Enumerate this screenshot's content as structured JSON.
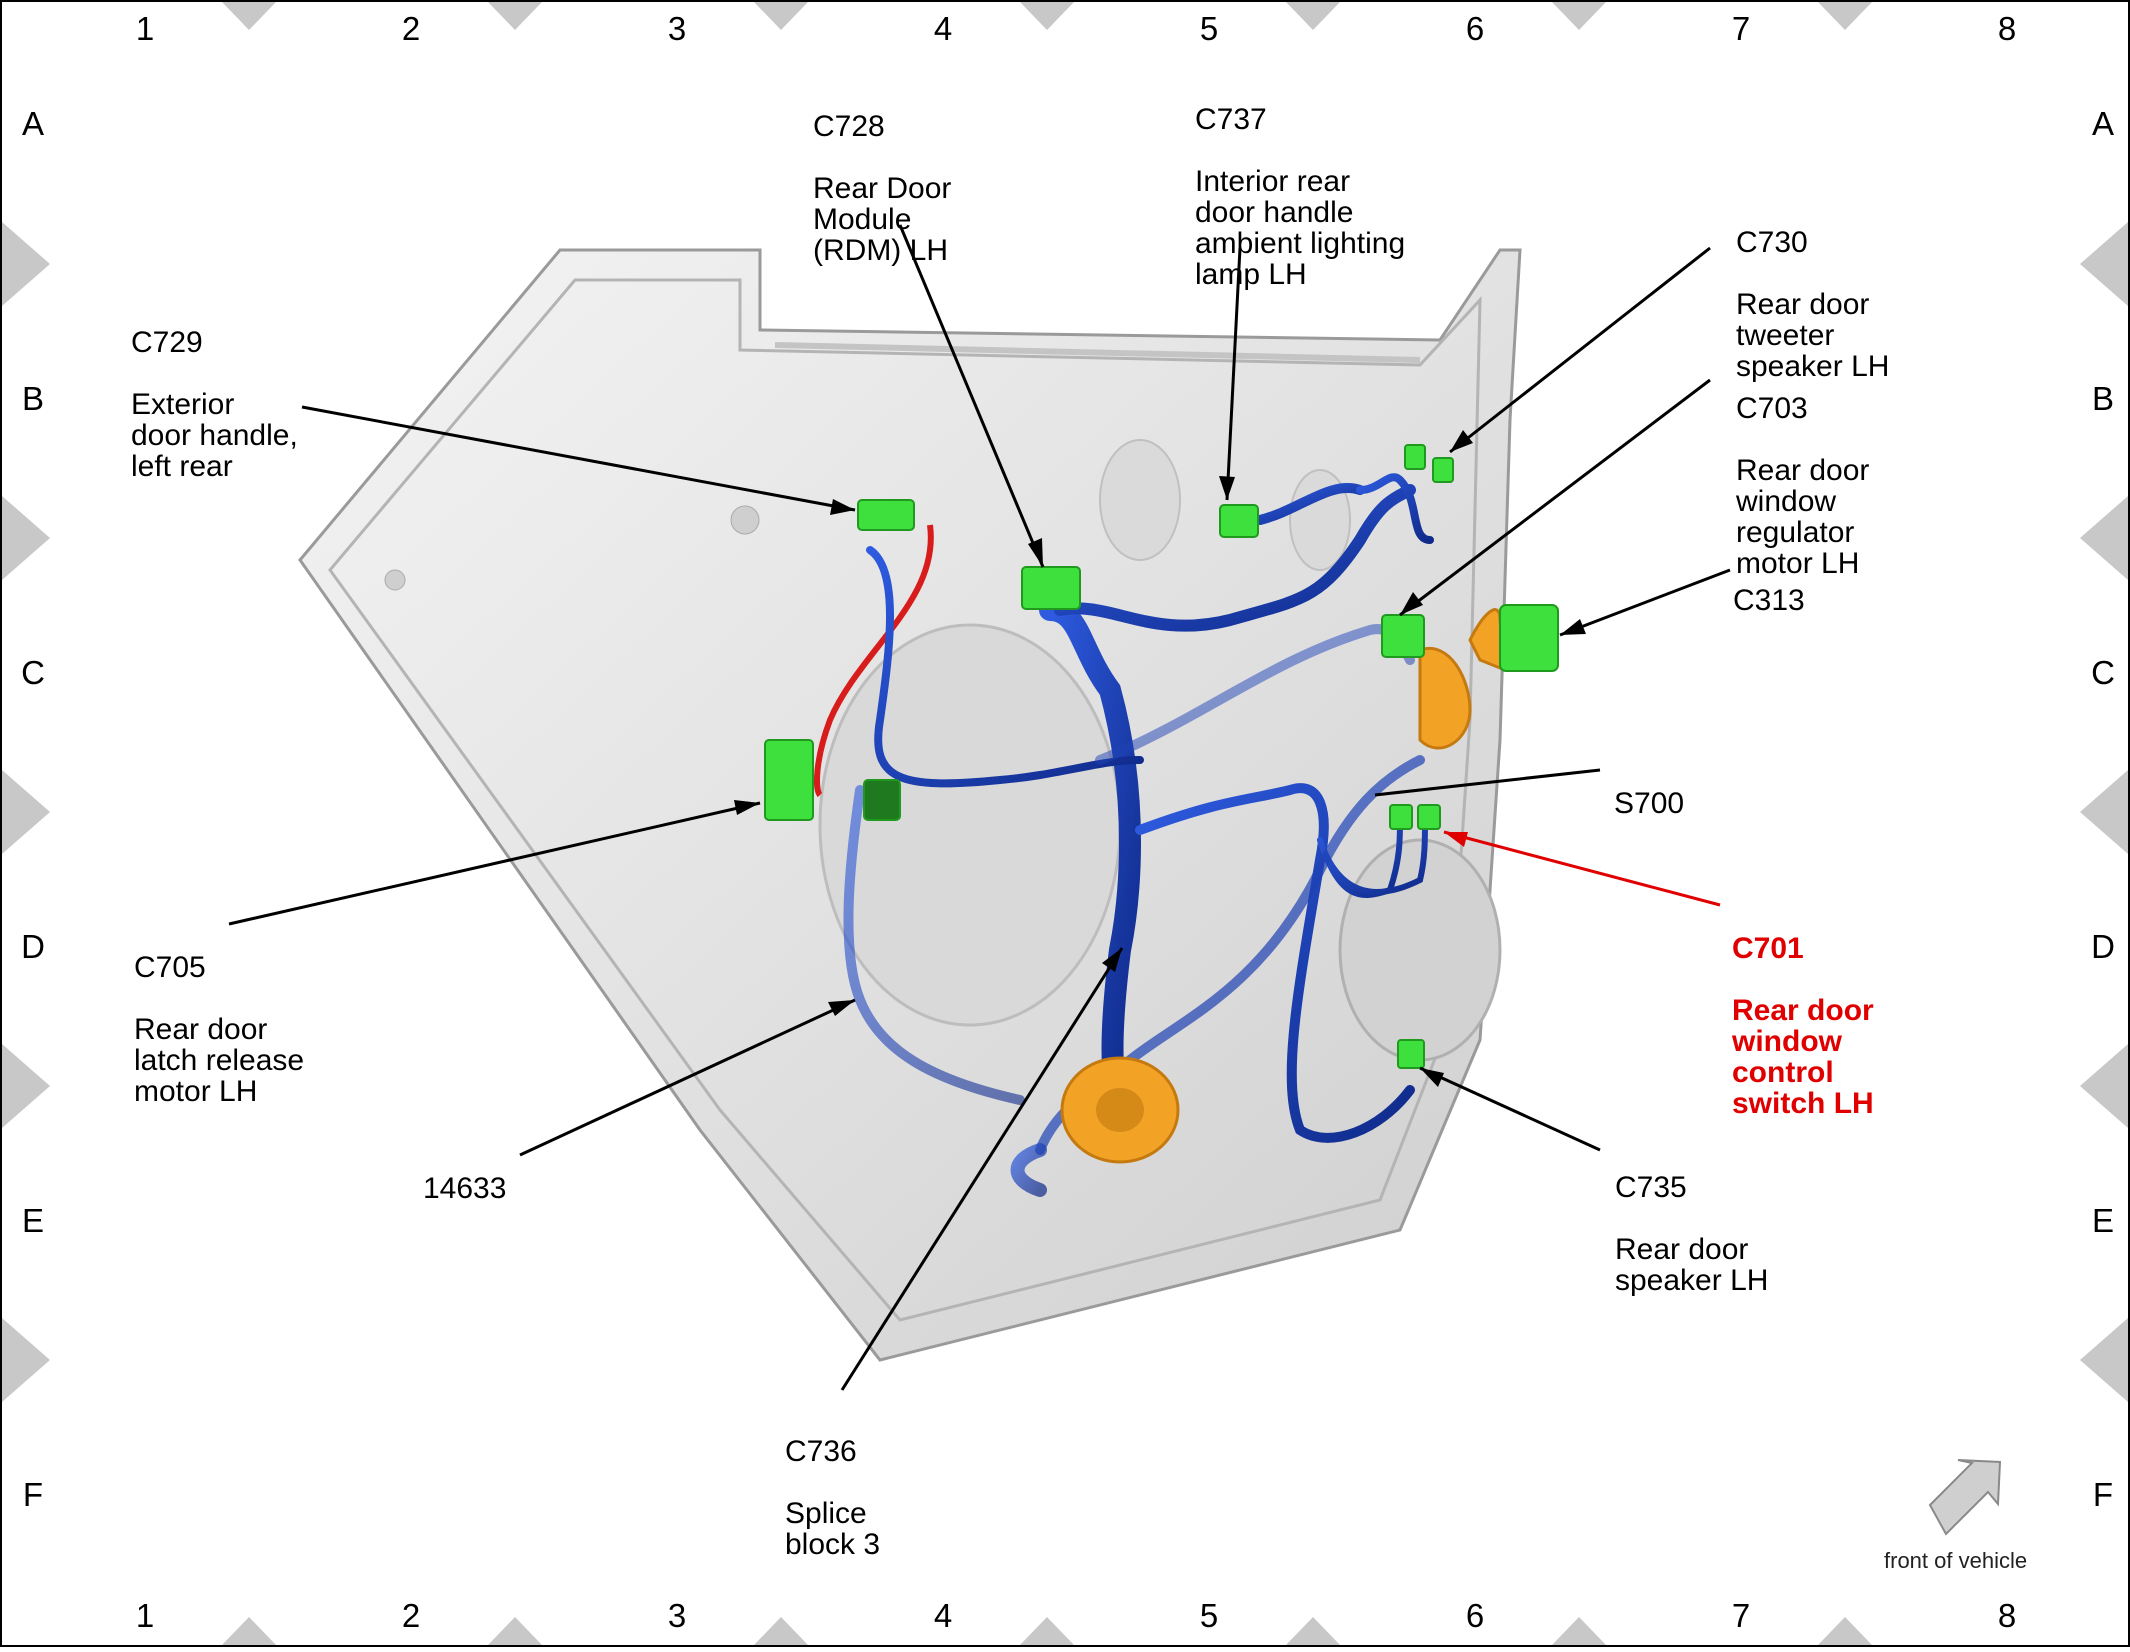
{
  "grid": {
    "columns": [
      "1",
      "2",
      "3",
      "4",
      "5",
      "6",
      "7",
      "8"
    ],
    "rows": [
      "A",
      "B",
      "C",
      "D",
      "E",
      "F"
    ]
  },
  "labels": {
    "c728": {
      "code": "C728",
      "desc": "Rear Door\nModule\n(RDM) LH"
    },
    "c737": {
      "code": "C737",
      "desc": "Interior rear\ndoor handle\nambient lighting\nlamp LH"
    },
    "c729": {
      "code": "C729",
      "desc": "Exterior\ndoor handle,\nleft rear"
    },
    "c730": {
      "code": "C730",
      "desc": "Rear door\ntweeter\nspeaker LH"
    },
    "c703": {
      "code": "C703",
      "desc": "Rear door\nwindow\nregulator\nmotor LH"
    },
    "c313": {
      "code": "C313",
      "desc": ""
    },
    "s700": {
      "code": "S700",
      "desc": ""
    },
    "c701": {
      "code": "C701",
      "desc": "Rear door\nwindow\ncontrol\nswitch LH"
    },
    "c705": {
      "code": "C705",
      "desc": "Rear door\nlatch release\nmotor LH"
    },
    "w14633": {
      "code": "14633",
      "desc": ""
    },
    "c735": {
      "code": "C735",
      "desc": "Rear door\nspeaker LH"
    },
    "c736": {
      "code": "C736",
      "desc": "Splice\nblock 3"
    }
  },
  "legend": {
    "text": "front of vehicle",
    "icon": "arrow-icon"
  },
  "colors": {
    "harness": "#1a3fb0",
    "connector": "#3ee03e",
    "grommet": "#f0a020",
    "highlight": "#e00000",
    "door_panel": "#e6e6e6"
  }
}
